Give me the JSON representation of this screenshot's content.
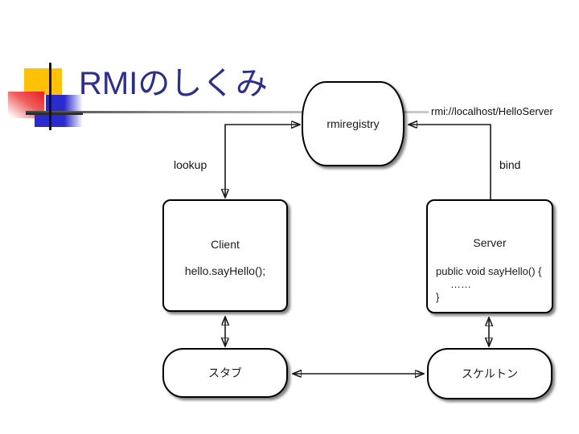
{
  "slide": {
    "title": "RMIのしくみ",
    "background": "#ffffff",
    "accent_colors": {
      "title_text": "#2e2e8b",
      "deco_yellow": "#fdc108",
      "deco_red": "#e81c24",
      "deco_blue": "#2a2ace",
      "rule_gray": "#9a9a9a"
    }
  },
  "diagram": {
    "registry_label": "rmiregistry",
    "url_label": "rmi://localhost/HelloServer",
    "lookup_label": "lookup",
    "bind_label": "bind",
    "client": {
      "title": "Client",
      "code": "hello.sayHello();"
    },
    "server": {
      "title": "Server",
      "code_lines": [
        "public void sayHello() {",
        "……",
        "}"
      ]
    },
    "stub_label": "スタブ",
    "skeleton_label": "スケルトン"
  }
}
